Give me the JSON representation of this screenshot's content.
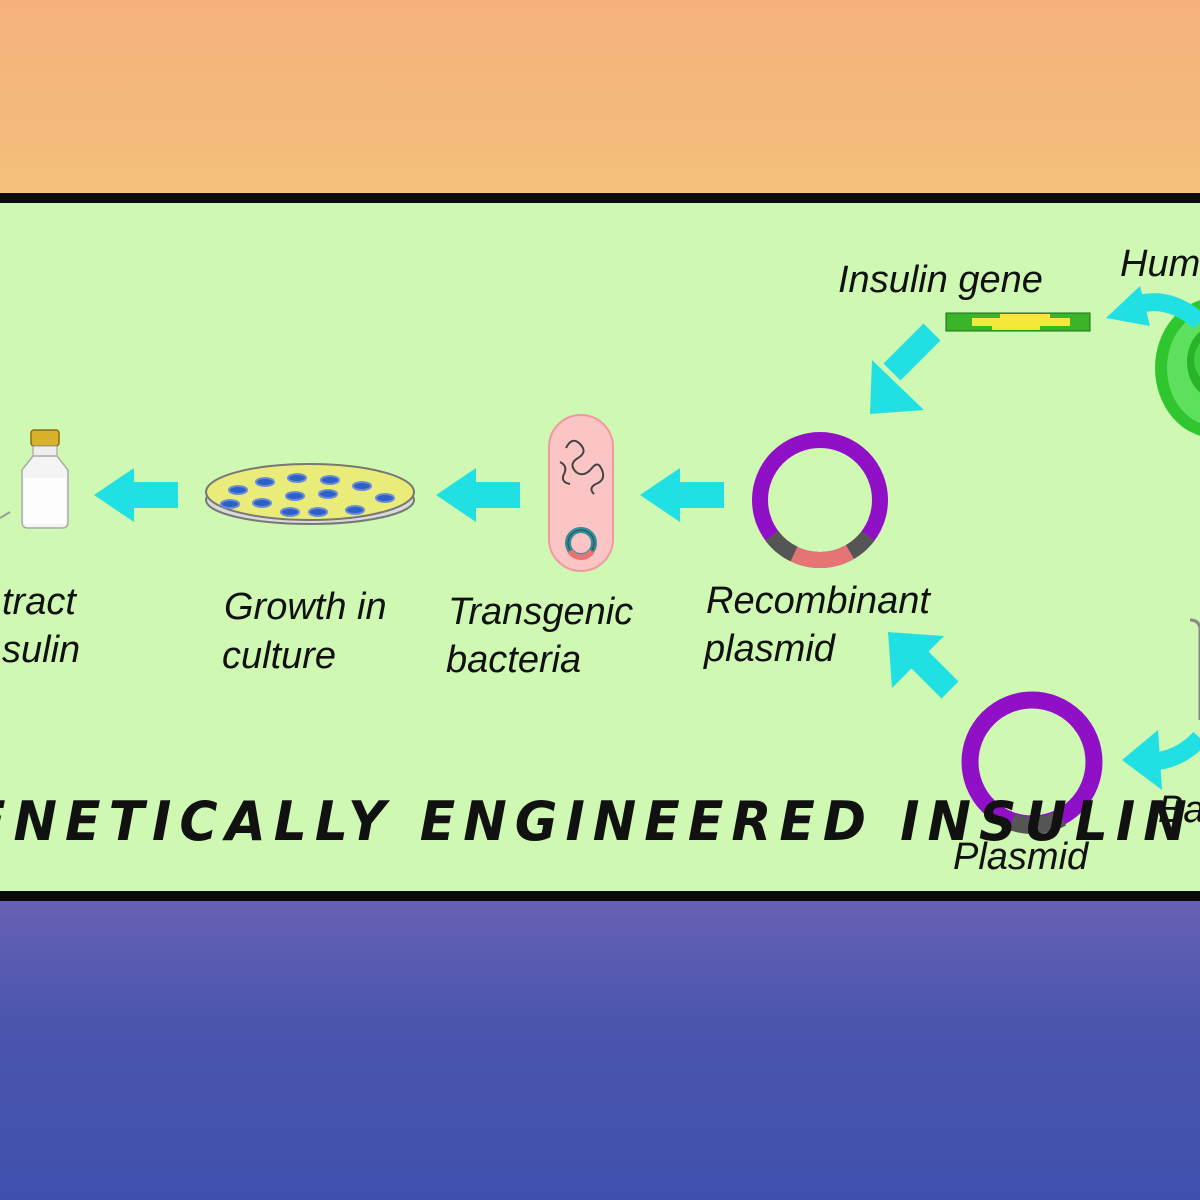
{
  "title": "ENETICALLY ENGINEERED INSULIN",
  "labels": {
    "insulin_gene": "Insulin gene",
    "human_cell": "Hum",
    "recombinant_line1": "Recombinant",
    "recombinant_line2": "plasmid",
    "transgenic_line1": "Transgenic",
    "transgenic_line2": "bacteria",
    "growth_line1": "Growth in",
    "growth_line2": "culture",
    "extract_line1": "tract",
    "extract_line2": "sulin",
    "plasmid": "Plasmid",
    "bacteria": "Ba"
  },
  "colors": {
    "panel": "#cff8b2",
    "arrow": "#21e0e4",
    "plasmid": "#9010c8",
    "insert": "#f08080",
    "cell": "#3ad53a"
  }
}
